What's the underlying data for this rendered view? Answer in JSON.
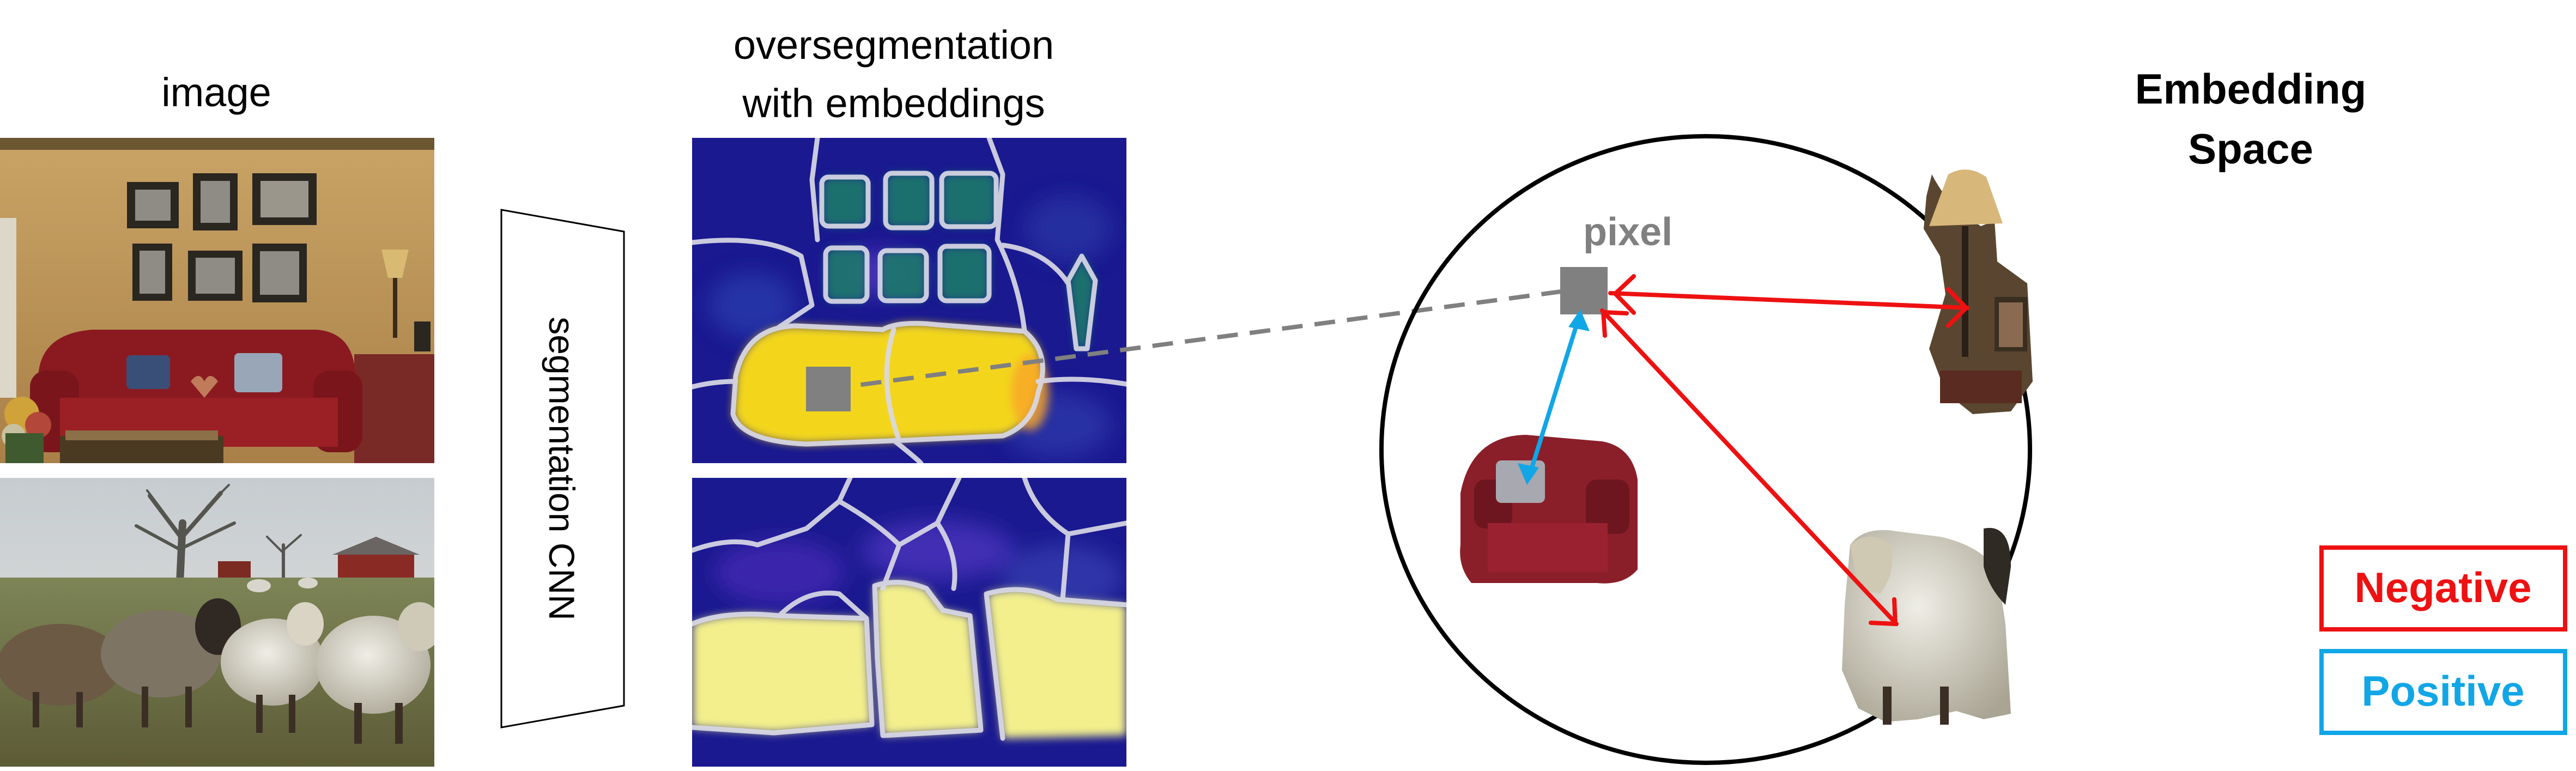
{
  "labels": {
    "image": "image",
    "overseg_line1": "oversegmentation",
    "overseg_line2": "with embeddings",
    "cnn": "segmentation CNN",
    "space_line1": "Embedding",
    "space_line2": "Space",
    "pixel": "pixel"
  },
  "legend": {
    "negative": "Negative",
    "positive": "Positive"
  },
  "colors": {
    "negative": "#ee1111",
    "positive": "#11a6e6",
    "pixel": "#808080",
    "overseg_bg": "#1a1990",
    "overseg_segment": "#f3d61a",
    "boundary": "#d9d9e6"
  }
}
